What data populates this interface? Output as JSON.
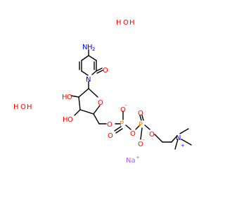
{
  "colors": {
    "bond": "#000000",
    "nitrogen": "#0000FF",
    "oxygen": "#FF0000",
    "phosphorus": "#FF8000",
    "sodium": "#AB5CF2"
  },
  "atoms": {
    "amine_n": "N",
    "amine_h": "H",
    "amine_h2": "2",
    "ring_n": "N",
    "carbonyl_o": "O",
    "oh1_h": "H",
    "oh1_o": "O",
    "oh2_h": "H",
    "oh2_o": "O",
    "ring_o": "O",
    "link_o1": "O",
    "p1": "P",
    "p1_oneg": "O",
    "p1_oneg_charge": "-",
    "p1_odbl": "O",
    "bridge_o": "O",
    "p2": "P",
    "p2_odbl": "O",
    "p2_oneg": "O",
    "p2_oneg_charge": "-",
    "link_o2": "O",
    "quat_n": "N",
    "quat_charge": "+",
    "na": "Na",
    "na_charge": "+",
    "water1_h": "H",
    "water1_o": "O",
    "water1_h2": "H",
    "water2_h": "H",
    "water2_o": "O",
    "water2_h2": "H"
  }
}
